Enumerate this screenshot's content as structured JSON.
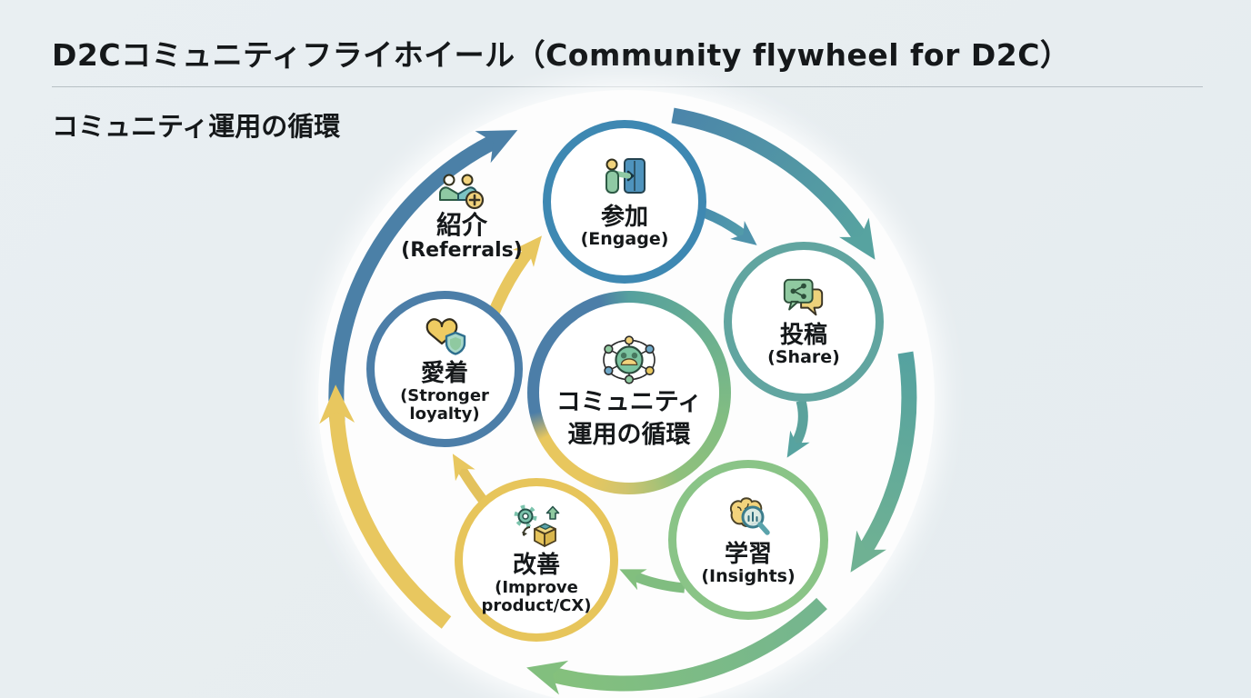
{
  "page": {
    "title": "D2Cコミュニティフライホイール（Community flywheel for D2C）",
    "subtitle": "コミュニティ運用の循環"
  },
  "flywheel": {
    "center": {
      "icon": "community-network-icon",
      "line1": "コミュニティ",
      "line2": "運用の循環"
    },
    "nodes": {
      "engage": {
        "jp": "参加",
        "en": "(Engage)",
        "icon": "door-enter-icon",
        "accent": "#3e88b2"
      },
      "share": {
        "jp": "投稿",
        "en": "(Share)",
        "icon": "share-bubbles-icon",
        "accent": "#61a5a0"
      },
      "insights": {
        "jp": "学習",
        "en": "(Insights)",
        "icon": "brain-magnifier-icon",
        "accent": "#8ac487"
      },
      "improve": {
        "jp": "改善",
        "en1": "(Improve",
        "en2": "product/CX)",
        "icon": "gear-box-icon",
        "accent": "#e7c55b"
      },
      "loyalty": {
        "jp": "愛着",
        "en1": "(Stronger",
        "en2": "loyalty)",
        "icon": "heart-shield-icon",
        "accent": "#4c7ea8"
      },
      "referrals": {
        "jp": "紹介",
        "en": "(Referrals)",
        "icon": "handshake-plus-icon"
      }
    },
    "flow_colors": {
      "arc_blue": "#4b80a7",
      "arc_blue_teal": "#57a3a0",
      "arc_teal_green": "#6fb193",
      "arc_green": "#82bf7e",
      "arc_yellow": "#e8c75f"
    },
    "direction": "clockwise"
  }
}
